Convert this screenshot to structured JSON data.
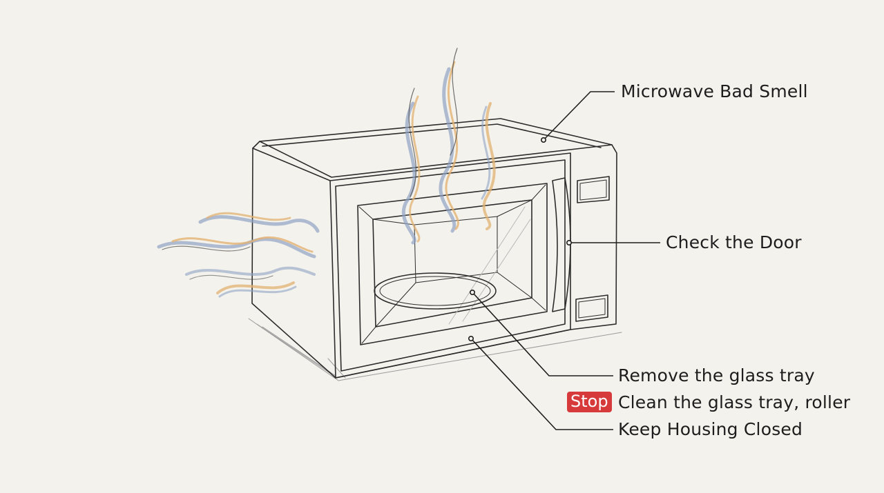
{
  "labels": {
    "smell": "Microwave Bad Smell",
    "door": "Check the Door",
    "remove_tray": "Remove the glass tray",
    "stop_badge": "Stop",
    "clean_tray": "Clean the glass tray, roller",
    "keep_closed": "Keep Housing Closed"
  },
  "colors": {
    "background": "#f3f2ec",
    "ink": "#2b2b2b",
    "odor_blue": "#8fa3c4",
    "odor_orange": "#e3b273",
    "badge": "#d63a3a"
  }
}
